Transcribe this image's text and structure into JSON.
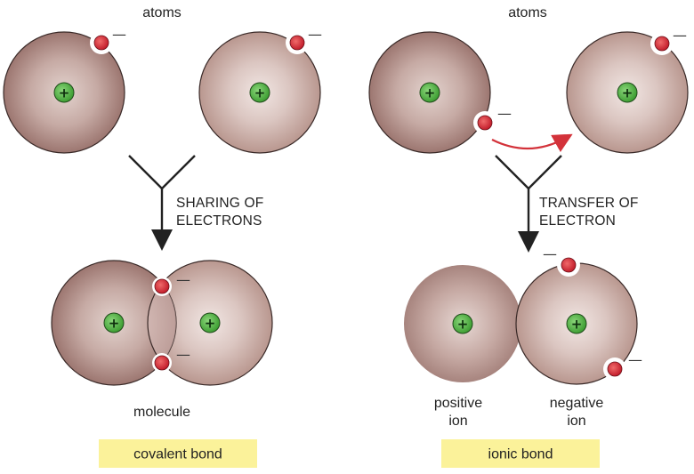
{
  "left": {
    "title": "atoms",
    "process_label_line1": "SHARING OF",
    "process_label_line2": "ELECTRONS",
    "result_label": "molecule",
    "bond_label": "covalent bond"
  },
  "right": {
    "title": "atoms",
    "process_label_line1": "TRANSFER OF",
    "process_label_line2": "ELECTRON",
    "ion_pos_line1": "positive",
    "ion_pos_line2": "ion",
    "ion_neg_line1": "negative",
    "ion_neg_line2": "ion",
    "bond_label": "ionic bond"
  },
  "symbols": {
    "nucleus_charge": "+",
    "electron_charge": "—"
  },
  "colors": {
    "atom_edge": "#a37e78",
    "atom_center": "#eadbd7",
    "nucleus_fill": "#5fbf4a",
    "electron_fill": "#d62f3c",
    "transfer_arrow": "#d3323a",
    "bond_label_bg": "#fbf29a"
  }
}
